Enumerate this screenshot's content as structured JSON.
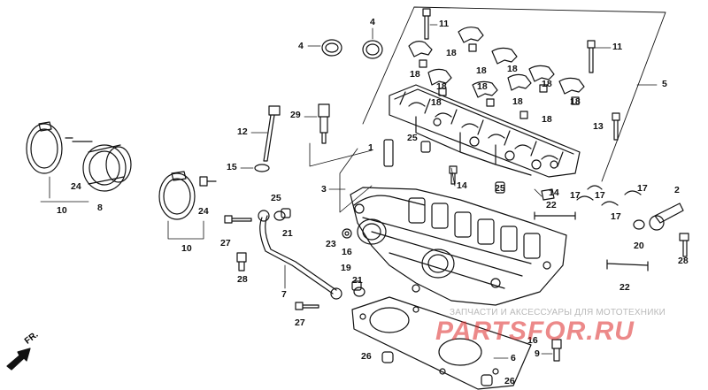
{
  "callouts": [
    {
      "id": "c1",
      "text": "1"
    },
    {
      "id": "c2",
      "text": "2"
    },
    {
      "id": "c3",
      "text": "3"
    },
    {
      "id": "c4a",
      "text": "4"
    },
    {
      "id": "c4b",
      "text": "4"
    },
    {
      "id": "c5",
      "text": "5"
    },
    {
      "id": "c6",
      "text": "6"
    },
    {
      "id": "c7",
      "text": "7"
    },
    {
      "id": "c8",
      "text": "8"
    },
    {
      "id": "c9",
      "text": "9"
    },
    {
      "id": "c10a",
      "text": "10"
    },
    {
      "id": "c10b",
      "text": "10"
    },
    {
      "id": "c11a",
      "text": "11"
    },
    {
      "id": "c11b",
      "text": "11"
    },
    {
      "id": "c12",
      "text": "12"
    },
    {
      "id": "c13",
      "text": "13"
    },
    {
      "id": "c14a",
      "text": "14"
    },
    {
      "id": "c14b",
      "text": "14"
    },
    {
      "id": "c15",
      "text": "15"
    },
    {
      "id": "c16a",
      "text": "16"
    },
    {
      "id": "c16b",
      "text": "16"
    },
    {
      "id": "c17a",
      "text": "17"
    },
    {
      "id": "c17b",
      "text": "17"
    },
    {
      "id": "c17c",
      "text": "17"
    },
    {
      "id": "c17d",
      "text": "17"
    },
    {
      "id": "c18a",
      "text": "18"
    },
    {
      "id": "c18b",
      "text": "18"
    },
    {
      "id": "c18c",
      "text": "18"
    },
    {
      "id": "c18d",
      "text": "18"
    },
    {
      "id": "c18e",
      "text": "18"
    },
    {
      "id": "c18f",
      "text": "18"
    },
    {
      "id": "c18g",
      "text": "18"
    },
    {
      "id": "c18h",
      "text": "18"
    },
    {
      "id": "c18i",
      "text": "18"
    },
    {
      "id": "c18j",
      "text": "18"
    },
    {
      "id": "c18k",
      "text": "18"
    },
    {
      "id": "c19",
      "text": "19"
    },
    {
      "id": "c20",
      "text": "20"
    },
    {
      "id": "c21a",
      "text": "21"
    },
    {
      "id": "c21b",
      "text": "21"
    },
    {
      "id": "c22a",
      "text": "22"
    },
    {
      "id": "c22b",
      "text": "22"
    },
    {
      "id": "c23",
      "text": "23"
    },
    {
      "id": "c24a",
      "text": "24"
    },
    {
      "id": "c24b",
      "text": "24"
    },
    {
      "id": "c25a",
      "text": "25"
    },
    {
      "id": "c25b",
      "text": "25"
    },
    {
      "id": "c25c",
      "text": "25"
    },
    {
      "id": "c26a",
      "text": "26"
    },
    {
      "id": "c26b",
      "text": "26"
    },
    {
      "id": "c27a",
      "text": "27"
    },
    {
      "id": "c27b",
      "text": "27"
    },
    {
      "id": "c28a",
      "text": "28"
    },
    {
      "id": "c28b",
      "text": "28"
    },
    {
      "id": "c29",
      "text": "29"
    }
  ],
  "watermark": {
    "caption": "ЗАПЧАСТИ И АКСЕССУАРЫ ДЛЯ МОТОТЕХНИКИ",
    "brand": "PARTSFOR.RU"
  },
  "direction_label": "FR.",
  "colors": {
    "ink": "#111111",
    "watermark_red": "#dc2828",
    "watermark_grey": "#b9b9b9"
  }
}
